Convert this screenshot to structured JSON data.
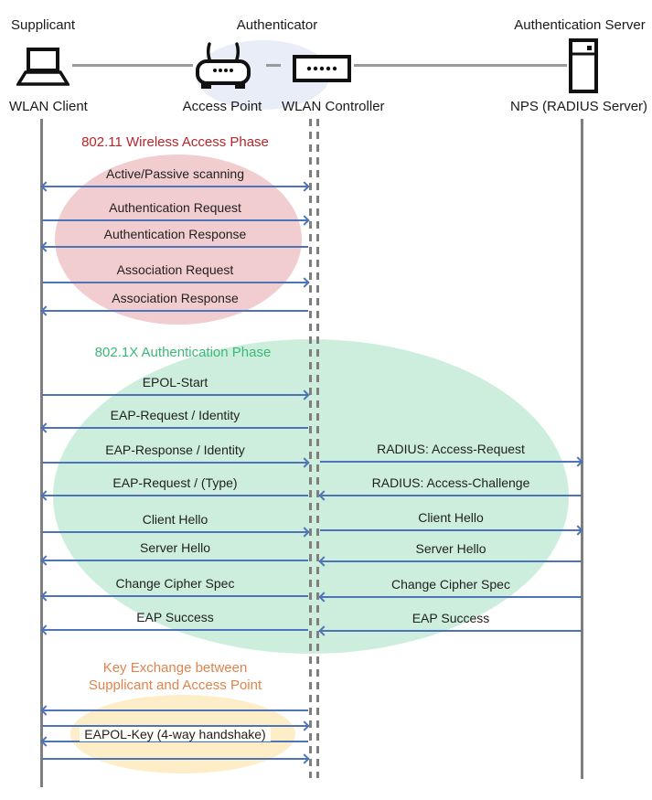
{
  "actors": {
    "supplicant": {
      "role": "Supplicant",
      "device": "WLAN Client",
      "icon": "laptop-icon"
    },
    "authenticator": {
      "role": "Authenticator",
      "access_point": "Access Point",
      "wlan_controller": "WLAN Controller",
      "icons": [
        "wireless-access-point-icon",
        "wlan-controller-icon"
      ]
    },
    "authentication_server": {
      "role": "Authentication Server",
      "device": "NPS (RADIUS Server)",
      "icon": "server-icon"
    }
  },
  "colors": {
    "arrow": "#4d74b8",
    "lifeline": "#7f7f7f",
    "connector": "#9a9a9a",
    "phase1_fill": "#f2cdd0",
    "phase2_fill": "#cdeedd",
    "phase3_fill": "#fdeec7",
    "authenticator_fill": "#e9edf7",
    "phase1_title": "#b5262b",
    "phase2_title": "#3cb878",
    "phase3_title": "#e0834e"
  },
  "phases": {
    "p1": {
      "title": "802.11 Wireless Access Phase",
      "messages": {
        "scanning": {
          "label": "Active/Passive scanning",
          "direction": "both",
          "from": "WLAN Client",
          "to": "WLAN Controller"
        },
        "auth_request": {
          "label": "Authentication Request",
          "direction": "right"
        },
        "auth_response": {
          "label": "Authentication Response",
          "direction": "left"
        },
        "assoc_request": {
          "label": "Association Request",
          "direction": "right"
        },
        "assoc_response": {
          "label": "Association Response",
          "direction": "left"
        }
      }
    },
    "p2": {
      "title": "802.1X Authentication Phase",
      "messages": {
        "epol_start": {
          "label": "EPOL-Start",
          "direction": "right",
          "segment": "client-controller"
        },
        "eap_request_identity": {
          "label": "EAP-Request / Identity",
          "direction": "left",
          "segment": "client-controller"
        },
        "eap_response_identity": {
          "label": "EAP-Response / Identity",
          "direction": "right",
          "segment": "client-controller"
        },
        "radius_access_request": {
          "label": "RADIUS: Access-Request",
          "direction": "right",
          "segment": "controller-server"
        },
        "eap_request_type": {
          "label": "EAP-Request / (Type)",
          "direction": "left",
          "segment": "client-controller"
        },
        "radius_access_challenge": {
          "label": "RADIUS: Access-Challenge",
          "direction": "left",
          "segment": "controller-server"
        },
        "client_hello_left": {
          "label": "Client Hello",
          "direction": "right",
          "segment": "client-controller"
        },
        "client_hello_right": {
          "label": "Client Hello",
          "direction": "right",
          "segment": "controller-server"
        },
        "server_hello_left": {
          "label": "Server Hello",
          "direction": "left",
          "segment": "client-controller"
        },
        "server_hello_right": {
          "label": "Server Hello",
          "direction": "left",
          "segment": "controller-server"
        },
        "change_cipher_left": {
          "label": "Change Cipher Spec",
          "direction": "left",
          "segment": "client-controller"
        },
        "change_cipher_right": {
          "label": "Change Cipher Spec",
          "direction": "left",
          "segment": "controller-server"
        },
        "eap_success_left": {
          "label": "EAP Success",
          "direction": "left",
          "segment": "client-controller"
        },
        "eap_success_right": {
          "label": "EAP Success",
          "direction": "left",
          "segment": "controller-server"
        }
      }
    },
    "p3": {
      "title_line1": "Key Exchange between",
      "title_line2": "Supplicant and Access Point",
      "messages": {
        "eapol_key": {
          "label": "EAPOL-Key (4-way handshake)",
          "direction": "both",
          "arrow_count": 4
        }
      }
    }
  }
}
